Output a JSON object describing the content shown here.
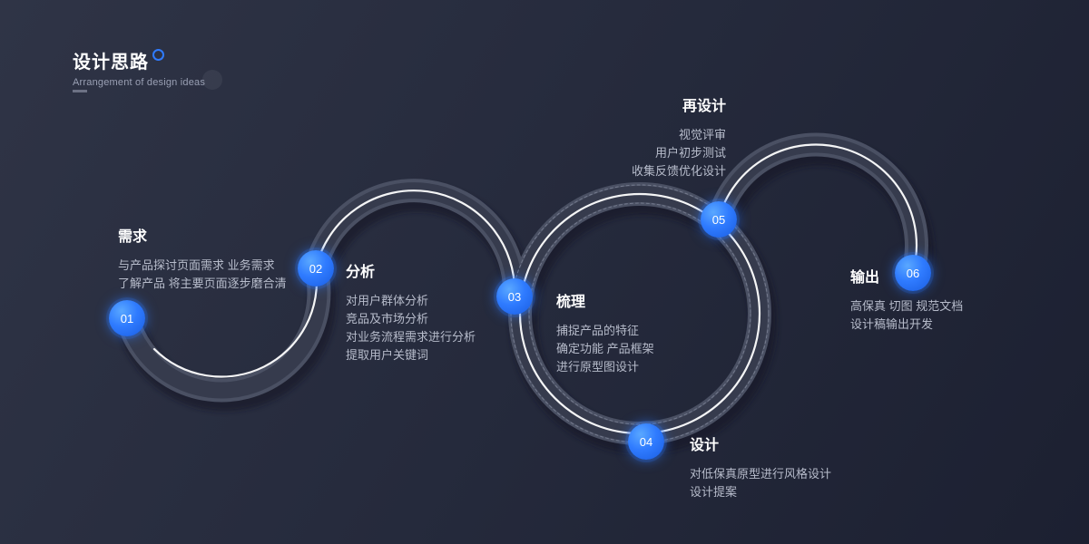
{
  "header": {
    "title": "设计思路",
    "subtitle": "Arrangement of design ideas"
  },
  "colors": {
    "accent": "#2f7bff",
    "background": "#262b3d",
    "text_muted": "#b7bccb"
  },
  "steps": [
    {
      "number": "01",
      "title": "需求",
      "lines": [
        "与产品探讨页面需求 业务需求",
        "了解产品  将主要页面逐步磨合清"
      ]
    },
    {
      "number": "02",
      "title": "分析",
      "lines": [
        "对用户群体分析",
        "竞品及市场分析",
        "对业务流程需求进行分析",
        "提取用户关键词"
      ]
    },
    {
      "number": "03",
      "title": "梳理",
      "lines": [
        "捕捉产品的特征",
        "确定功能 产品框架",
        "进行原型图设计"
      ]
    },
    {
      "number": "04",
      "title": "设计",
      "lines": [
        "对低保真原型进行风格设计",
        "设计提案"
      ]
    },
    {
      "number": "05",
      "title": "再设计",
      "lines": [
        "视觉评审",
        "用户初步测试",
        "收集反馈优化设计"
      ]
    },
    {
      "number": "06",
      "title": "输出",
      "lines": [
        "高保真 切图 规范文档",
        "设计稿输出开发"
      ]
    }
  ]
}
